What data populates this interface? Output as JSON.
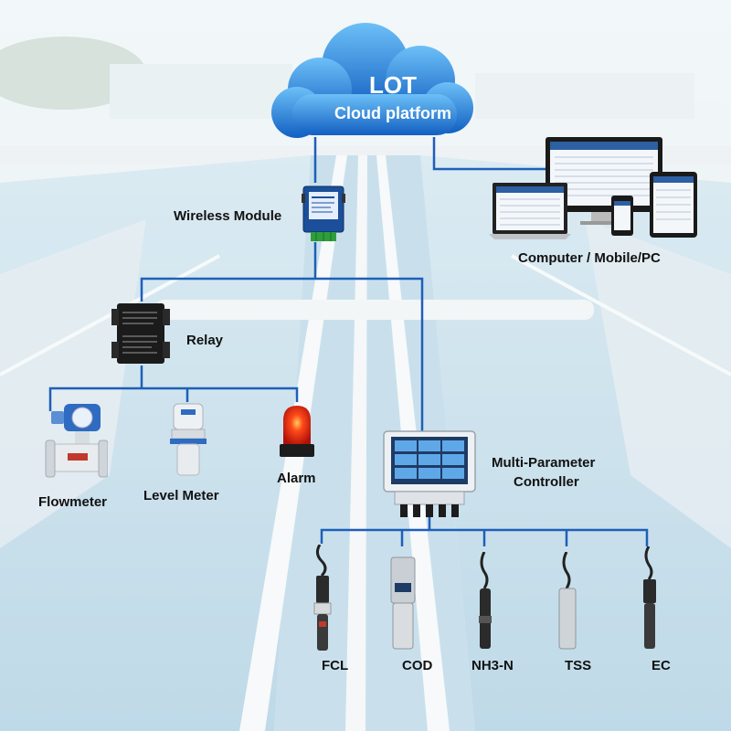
{
  "cloud": {
    "title": "LOT",
    "subtitle": "Cloud platform"
  },
  "nodes": {
    "wireless_module": "Wireless Module",
    "computer": "Computer / Mobile/PC",
    "relay": "Relay",
    "flowmeter": "Flowmeter",
    "level_meter": "Level Meter",
    "alarm": "Alarm",
    "controller_line1": "Multi-Parameter",
    "controller_line2": "Controller"
  },
  "sensors": [
    "FCL",
    "COD",
    "NH3-N",
    "TSS",
    "EC"
  ],
  "colors": {
    "line": "#1e5fb8",
    "cloud": "#2a8fe0",
    "cloud_dark": "#1565c8",
    "water": "#bcd9e8"
  }
}
